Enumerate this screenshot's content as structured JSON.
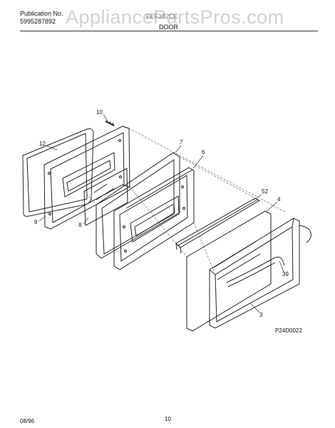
{
  "header": {
    "publication_label": "Publication No.",
    "publication_number": "5995287892",
    "watermark": "AppliancePartsPros.com",
    "model": "FEF382CE",
    "section_title": "DOOR"
  },
  "callouts": {
    "c10": "10",
    "c12": "12",
    "c7": "7",
    "c6": "6",
    "c52": "52",
    "c4": "4",
    "c9": "9",
    "c8": "8",
    "c39": "39",
    "c3": "3"
  },
  "diagram_code": "P24D0022",
  "footer": {
    "date": "08/96",
    "page_number": "10"
  }
}
